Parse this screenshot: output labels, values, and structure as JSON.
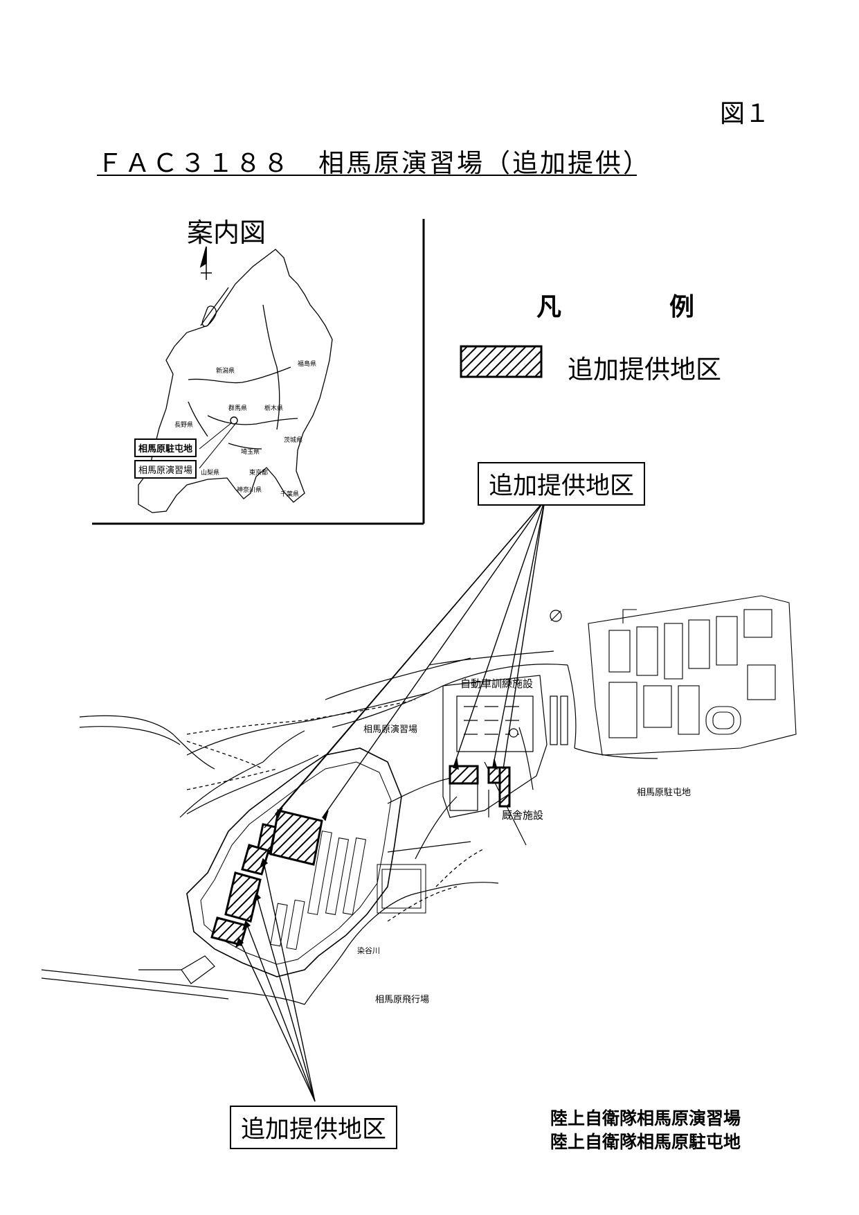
{
  "figure_label": "図１",
  "title": "ＦＡＣ３１８８　相馬原演習場（追加提供）",
  "inset": {
    "title": "案内図",
    "prefectures": [
      "新潟県",
      "福島県",
      "群馬県",
      "栃木県",
      "長野県",
      "茨城県",
      "埼玉県",
      "山梨県",
      "東京都",
      "神奈川県",
      "千葉県"
    ],
    "marker_labels": [
      "相馬原駐屯地",
      "相馬原演習場"
    ]
  },
  "legend": {
    "title": "凡　例",
    "item_label": "追加提供地区"
  },
  "callouts": {
    "top": "追加提供地区",
    "bottom": "追加提供地区"
  },
  "map_labels": {
    "training_area": "相馬原演習場",
    "vehicle_facility": "自動車訓練施設",
    "garrison": "相馬原駐屯地",
    "barracks": "厩舎施設",
    "airfield": "相馬原飛行場",
    "river": "染谷川"
  },
  "caption": {
    "line1": "陸上自衛隊相馬原演習場",
    "line2": "陸上自衛隊相馬原駐屯地"
  }
}
